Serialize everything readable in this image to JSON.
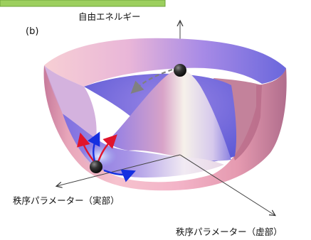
{
  "panel_label": "(b)",
  "axes": {
    "vertical": "自由エネルギー",
    "real": "秩序パラメーター（実部）",
    "imaginary": "秩序パラメーター（虚部）"
  },
  "colors": {
    "header_bar": "#9ccf5e",
    "surface_pink": "#f3b6c4",
    "surface_violet": "#8e78e6",
    "surface_blue": "#6f71e3",
    "arrow_red": "#e0142c",
    "arrow_blue": "#1530e0",
    "ball": "#2a2a2a",
    "dashed_arrow": "#808080"
  }
}
